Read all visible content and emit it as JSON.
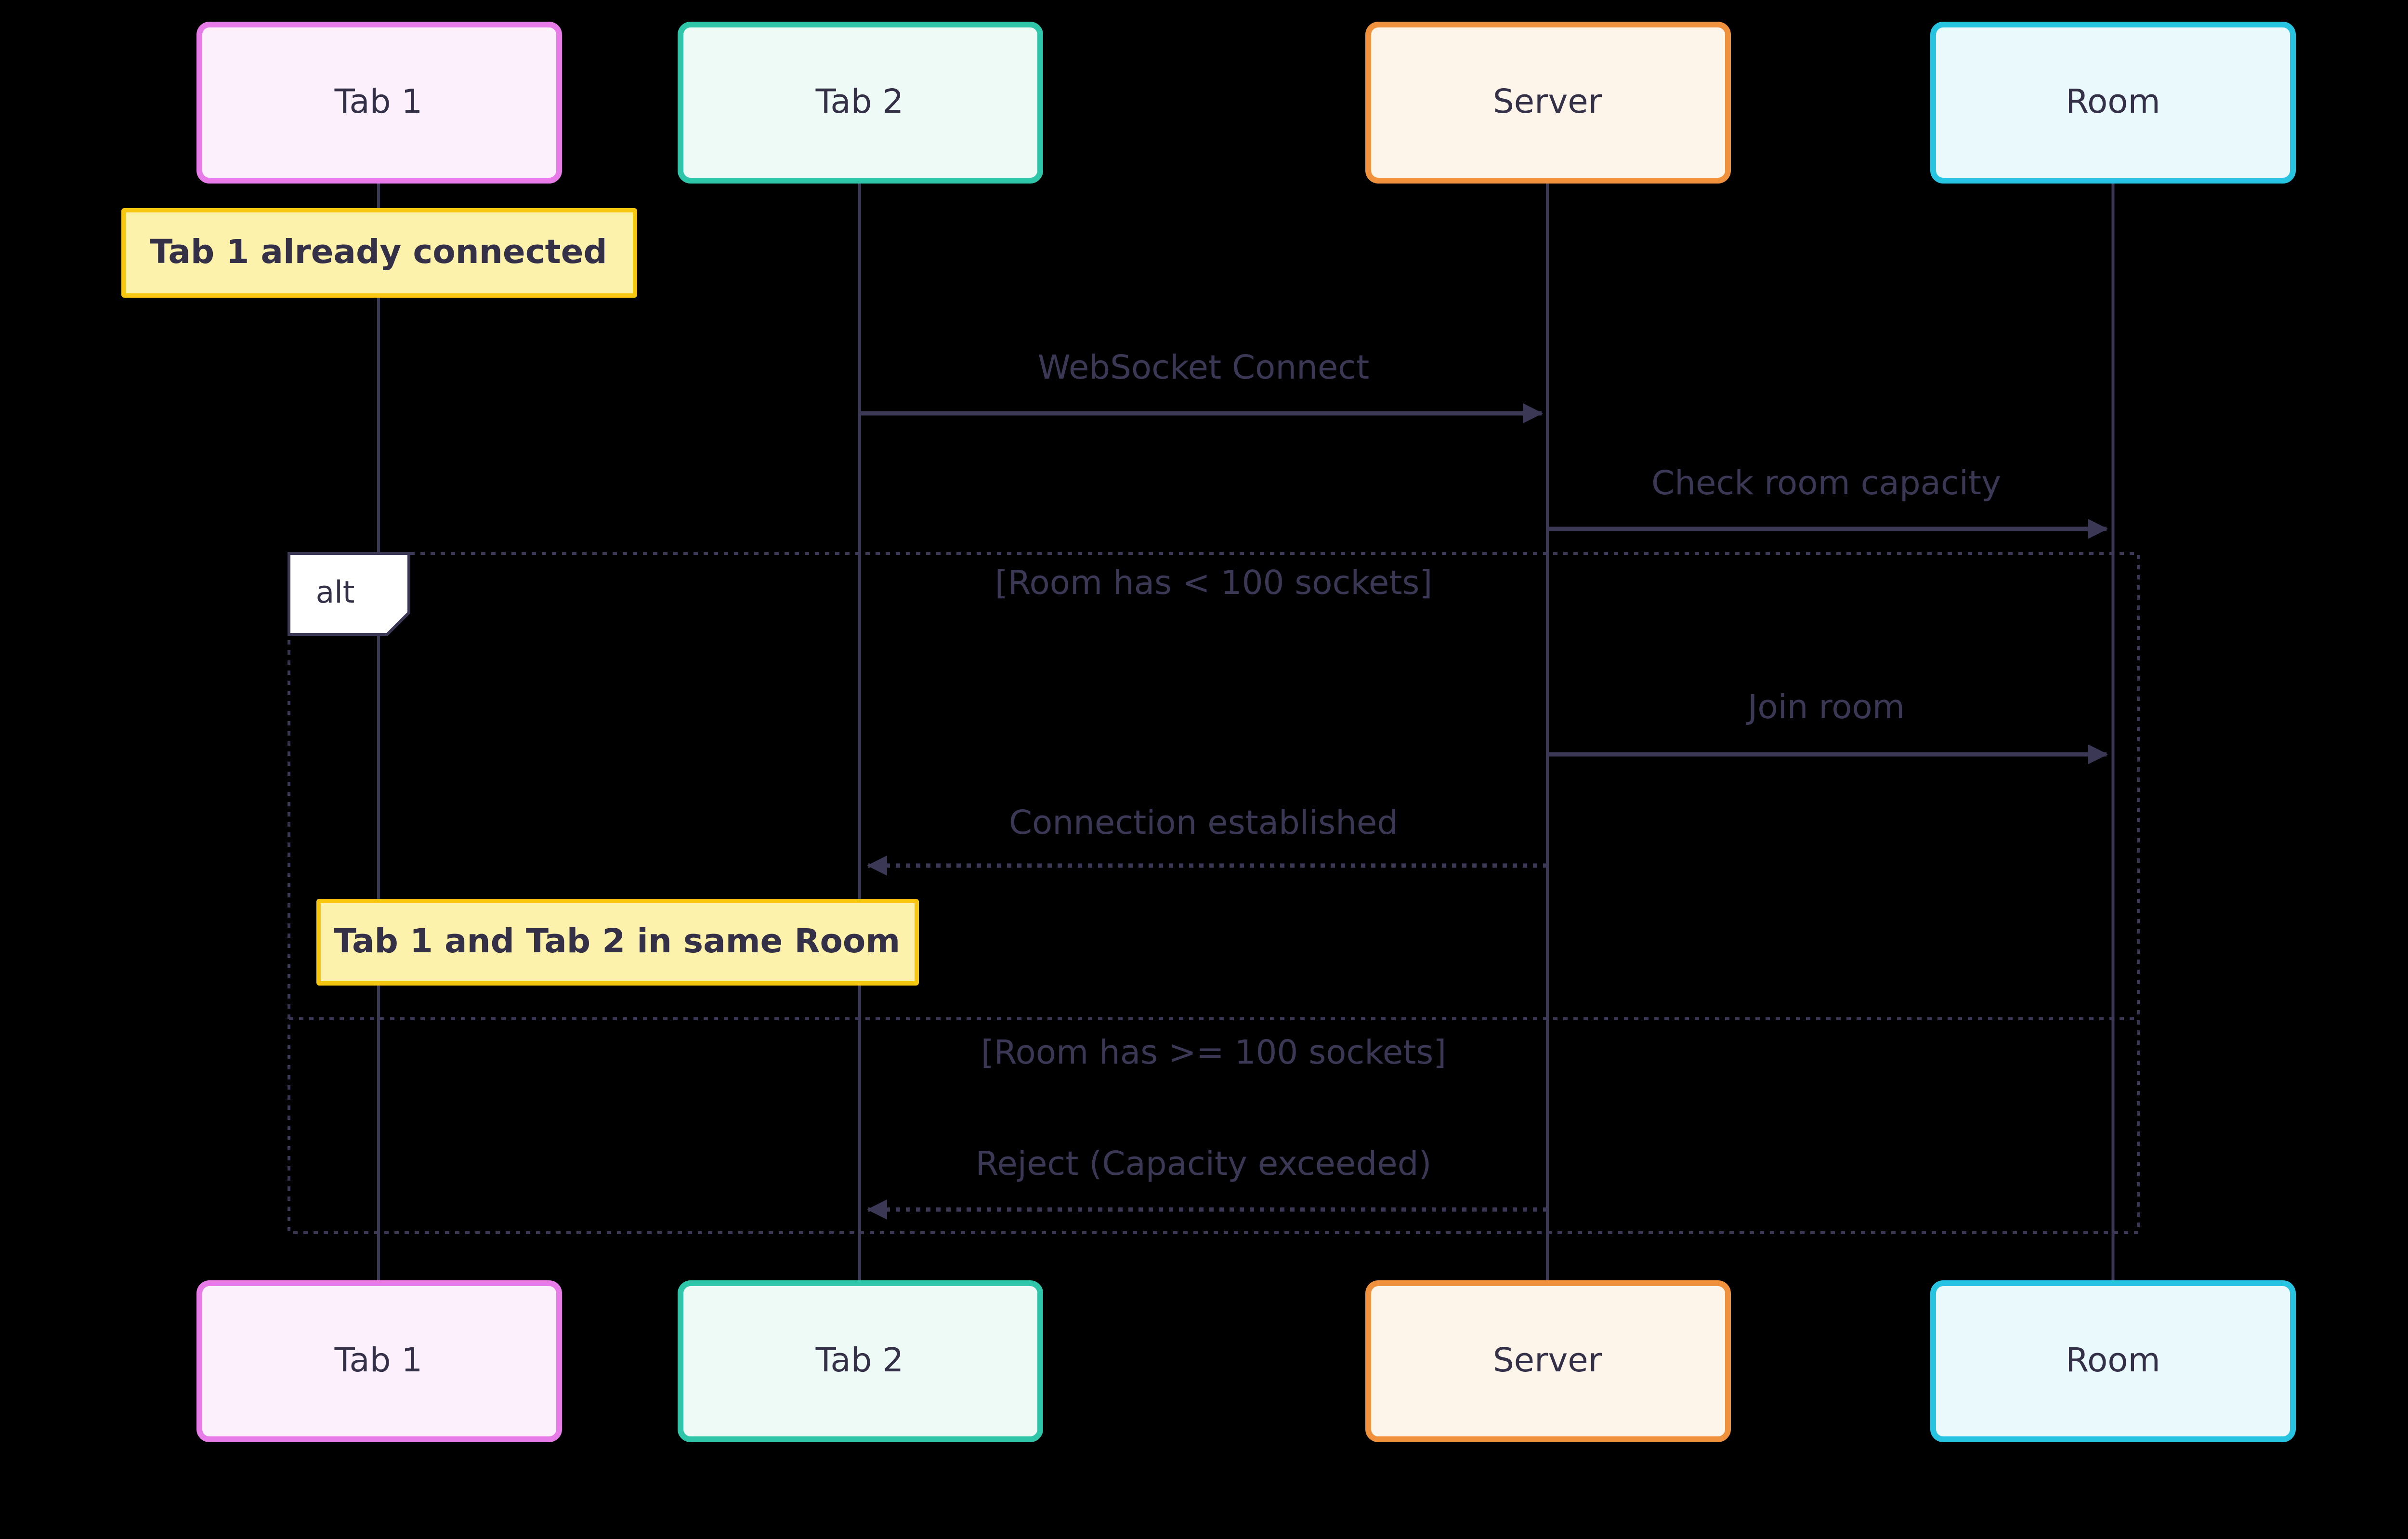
{
  "diagram": {
    "type": "sequence-diagram"
  },
  "actors": [
    {
      "id": "tab1",
      "label": "Tab 1",
      "border_color": "#e77ce9",
      "fill_color": "#fbf0fb"
    },
    {
      "id": "tab2",
      "label": "Tab 2",
      "border_color": "#2ec5a9",
      "fill_color": "#eefaf5"
    },
    {
      "id": "server",
      "label": "Server",
      "border_color": "#f0913d",
      "fill_color": "#fdf4ea"
    },
    {
      "id": "room",
      "label": "Room",
      "border_color": "#27c4e2",
      "fill_color": "#e9f9fc"
    }
  ],
  "notes": [
    {
      "text": "Tab 1 already connected",
      "over": "Tab 1"
    },
    {
      "text": "Tab 1 and Tab 2 in same Room",
      "over": "Tab 1, Tab 2"
    }
  ],
  "messages": [
    {
      "label": "WebSocket Connect",
      "from": "Tab 2",
      "to": "Server",
      "line": "solid"
    },
    {
      "label": "Check room capacity",
      "from": "Server",
      "to": "Room",
      "line": "solid"
    },
    {
      "label": "Join room",
      "from": "Server",
      "to": "Room",
      "line": "solid"
    },
    {
      "label": "Connection established",
      "from": "Server",
      "to": "Tab 2",
      "line": "dotted"
    },
    {
      "label": "Reject (Capacity exceeded)",
      "from": "Server",
      "to": "Tab 2",
      "line": "dotted"
    }
  ],
  "alt_frame": {
    "label": "alt",
    "conditions": [
      "[Room has < 100 sockets]",
      "[Room has >= 100 sockets]"
    ]
  },
  "colors": {
    "background": "#000000",
    "line": "#3b3855",
    "dim_text": "#3b3855",
    "dark_text": "#333047",
    "note_fill": "#fdf2ab",
    "note_border": "#f7c60e",
    "alt_label_fill": "#ffffff"
  }
}
